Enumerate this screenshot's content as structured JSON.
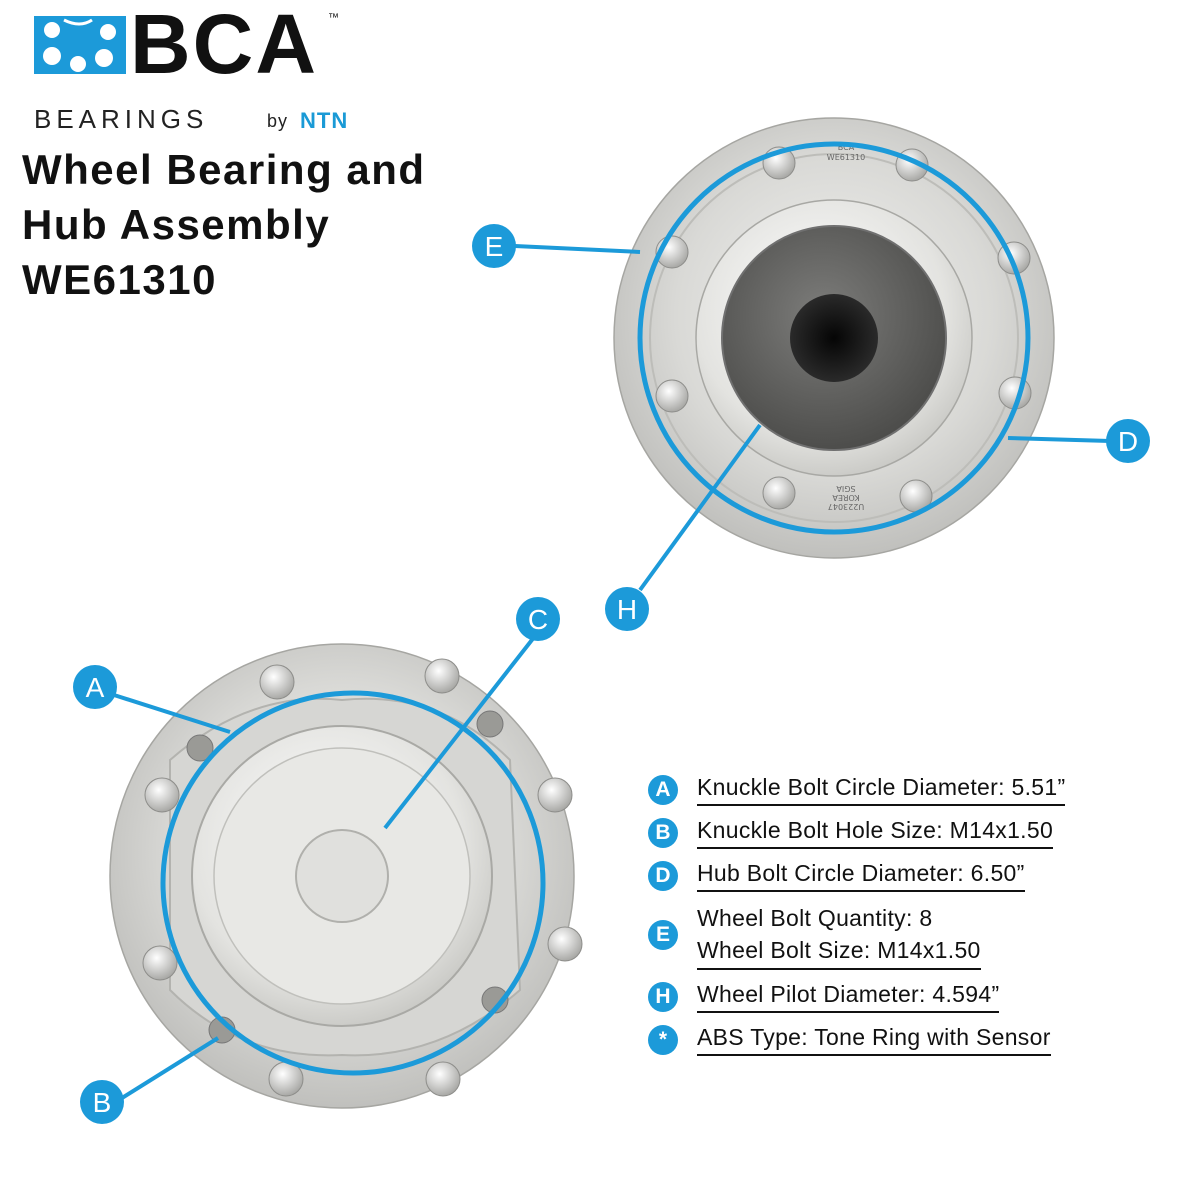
{
  "brand": {
    "name": "BCA",
    "trademark": "™",
    "tagline_bearings": "BEARINGS",
    "tagline_by": "by",
    "tagline_ntn": "NTN",
    "colors": {
      "accent": "#1c9ad9",
      "text": "#111111"
    }
  },
  "title": {
    "line1": "Wheel Bearing and",
    "line2": "Hub Assembly",
    "line3": "WE61310"
  },
  "part_markings": {
    "stamp_line1": "BCA",
    "stamp_line2": "WE61310",
    "stamp_back_line1": "U223047",
    "stamp_back_line2": "KOREA",
    "stamp_back_line3": "SGIA"
  },
  "callouts": {
    "A": "A",
    "B": "B",
    "C": "C",
    "D": "D",
    "E": "E",
    "H": "H"
  },
  "specs": [
    {
      "badge": "A",
      "text": "Knuckle Bolt Circle Diameter: 5.51”"
    },
    {
      "badge": "B",
      "text": "Knuckle Bolt Hole Size: M14x1.50"
    },
    {
      "badge": "D",
      "text": "Hub Bolt Circle Diameter: 6.50”"
    },
    {
      "badge": "E",
      "text_line1": "Wheel Bolt Quantity: 8",
      "text_line2": "Wheel Bolt Size: M14x1.50"
    },
    {
      "badge": "H",
      "text": "Wheel Pilot Diameter: 4.594”"
    },
    {
      "badge": "*",
      "text": "ABS Type: Tone Ring with Sensor"
    }
  ]
}
